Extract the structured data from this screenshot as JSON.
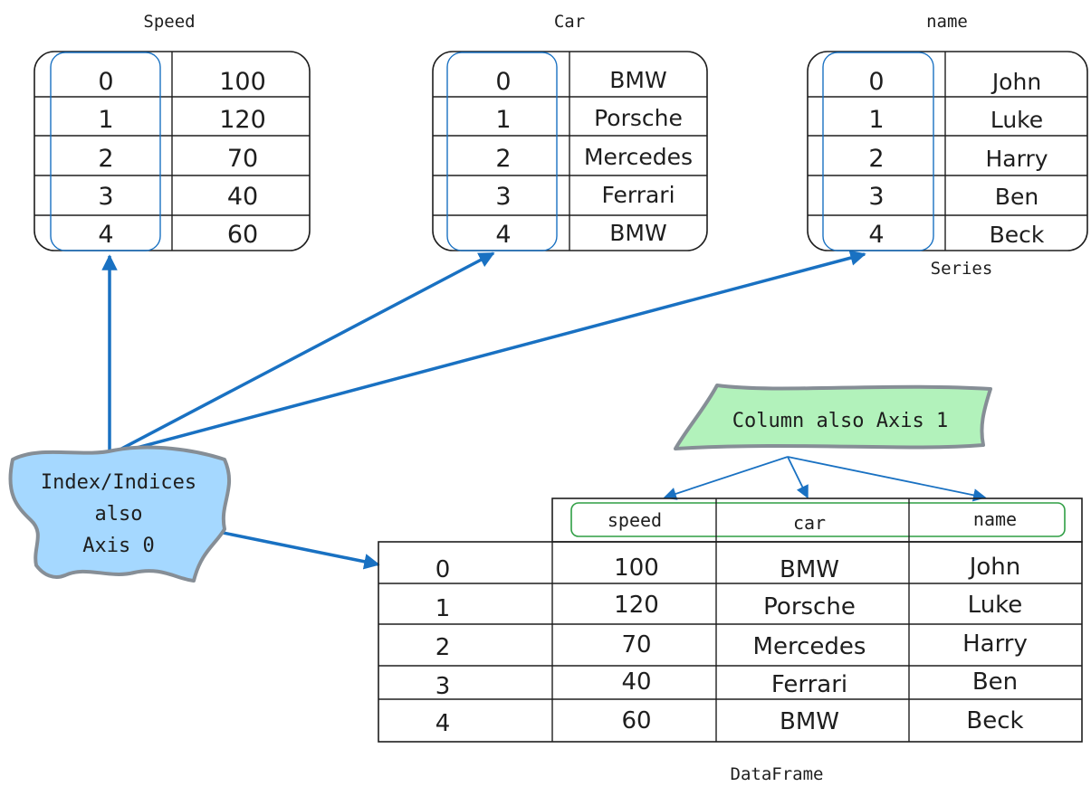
{
  "series_tables": [
    {
      "title": "Speed",
      "index": [
        "0",
        "1",
        "2",
        "3",
        "4"
      ],
      "values": [
        "100",
        "120",
        "70",
        "40",
        "60"
      ]
    },
    {
      "title": "Car",
      "index": [
        "0",
        "1",
        "2",
        "3",
        "4"
      ],
      "values": [
        "BMW",
        "Porsche",
        "Mercedes",
        "Ferrari",
        "BMW"
      ]
    },
    {
      "title": "name",
      "index": [
        "0",
        "1",
        "2",
        "3",
        "4"
      ],
      "values": [
        "John",
        "Luke",
        "Harry",
        "Ben",
        "Beck"
      ]
    }
  ],
  "series_caption": "Series",
  "index_callout": {
    "lines": [
      "Index/Indices",
      "also",
      "Axis 0"
    ]
  },
  "column_callout": {
    "label": "Column also Axis 1"
  },
  "dataframe": {
    "columns": [
      "speed",
      "car",
      "name"
    ],
    "index": [
      "0",
      "1",
      "2",
      "3",
      "4"
    ],
    "rows": [
      [
        "100",
        "BMW",
        "John"
      ],
      [
        "120",
        "Porsche",
        "Luke"
      ],
      [
        "70",
        "Mercedes",
        "Harry"
      ],
      [
        "40",
        "Ferrari",
        "Ben"
      ],
      [
        "60",
        "BMW",
        "Beck"
      ]
    ],
    "caption": "DataFrame"
  },
  "colors": {
    "accent_blue": "#1971c2",
    "index_callout_fill": "#a5d8ff",
    "column_callout_fill": "#b2f2bb",
    "header_outline_green": "#2f9e44",
    "callout_border": "#868e96",
    "ink": "#1e1e1e"
  }
}
